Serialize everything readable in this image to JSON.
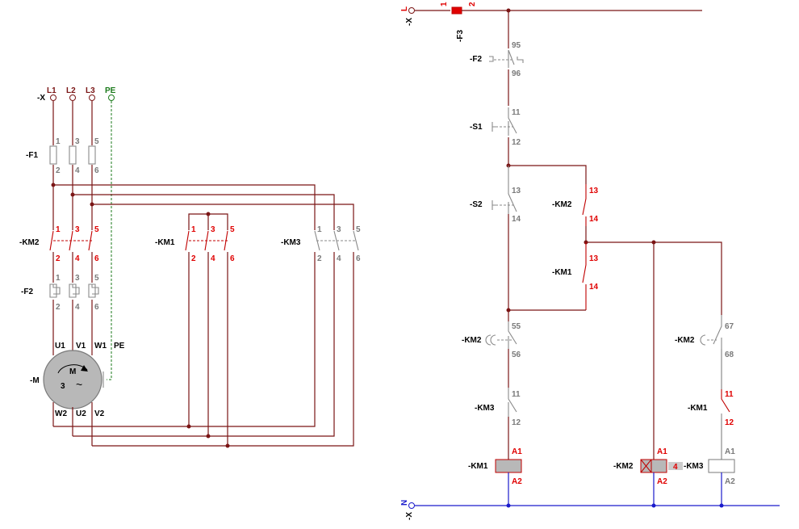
{
  "power": {
    "terminal_ref": "-X",
    "phases": [
      "L1",
      "L2",
      "L3"
    ],
    "pe": "PE",
    "f1": {
      "ref": "-F1",
      "top": [
        "1",
        "3",
        "5"
      ],
      "bot": [
        "2",
        "4",
        "6"
      ]
    },
    "km2": {
      "ref": "-KM2",
      "top": [
        "1",
        "3",
        "5"
      ],
      "bot": [
        "2",
        "4",
        "6"
      ]
    },
    "km1": {
      "ref": "-KM1",
      "top": [
        "1",
        "3",
        "5"
      ],
      "bot": [
        "2",
        "4",
        "6"
      ]
    },
    "km3": {
      "ref": "-KM3",
      "top": [
        "1",
        "3",
        "5"
      ],
      "bot": [
        "2",
        "4",
        "6"
      ]
    },
    "f2": {
      "ref": "-F2",
      "top": [
        "1",
        "3",
        "5"
      ],
      "bot": [
        "2",
        "4",
        "6"
      ]
    },
    "motor": {
      "ref": "-M",
      "top": [
        "U1",
        "V1",
        "W1",
        "PE"
      ],
      "bot": [
        "W2",
        "U2",
        "V2"
      ],
      "symbol": "M",
      "phase_count": "3",
      "ac": "~"
    }
  },
  "control": {
    "supply_top": {
      "terminal": "-X",
      "line": "L",
      "fuse_pins": [
        "1",
        "2"
      ],
      "fuse_ref": "-F3"
    },
    "supply_bottom": {
      "terminal": "-X",
      "line": "N"
    },
    "f2": {
      "ref": "-F2",
      "pins": [
        "95",
        "96"
      ]
    },
    "s1": {
      "ref": "-S1",
      "pins": [
        "11",
        "12"
      ]
    },
    "s2": {
      "ref": "-S2",
      "pins": [
        "13",
        "14"
      ]
    },
    "km2_hold": {
      "ref": "-KM2",
      "pins": [
        "13",
        "14"
      ]
    },
    "km1_hold": {
      "ref": "-KM1",
      "pins": [
        "13",
        "14"
      ]
    },
    "km2_timed_nc": {
      "ref": "-KM2",
      "pins": [
        "55",
        "56"
      ]
    },
    "km3_nc": {
      "ref": "-KM3",
      "pins": [
        "11",
        "12"
      ]
    },
    "km1_coil": {
      "ref": "-KM1",
      "pins": [
        "A1",
        "A2"
      ]
    },
    "km2_coil": {
      "ref": "-KM2",
      "pins": [
        "A1",
        "A2"
      ],
      "aux_label": "4"
    },
    "km3_ref": "-KM3",
    "km2_timed_no": {
      "ref": "-KM2",
      "pins": [
        "67",
        "68"
      ]
    },
    "km1_nc": {
      "ref": "-KM1",
      "pins": [
        "11",
        "12"
      ]
    },
    "km3_coil": {
      "ref": "-KM3",
      "pins": [
        "A1",
        "A2"
      ]
    }
  },
  "colors": {
    "wire": "#7a1515",
    "neutral": "#1a1acc",
    "pe": "#1a7a1a",
    "active": "#e00000",
    "inactive": "#7a7a7a"
  }
}
